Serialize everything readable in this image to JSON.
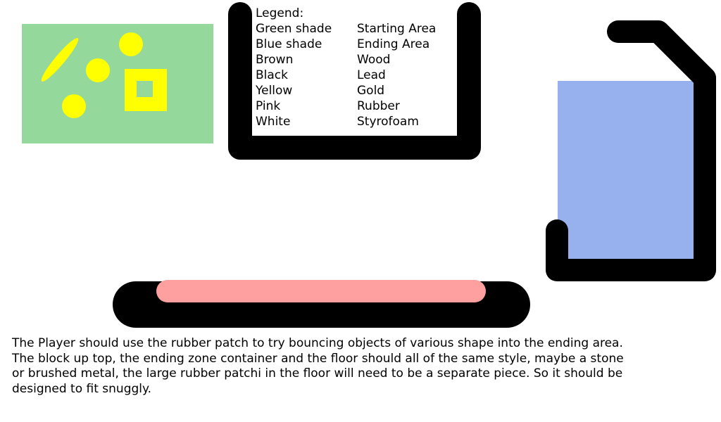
{
  "colors": {
    "starting_area": "#94d89c",
    "ending_area": "#96b1ee",
    "lead": "#000000",
    "gold": "#ffff00",
    "rubber": "#fea0a0",
    "styrofoam": "#ffffff"
  },
  "legend": {
    "title": "Legend:",
    "rows": [
      {
        "key": "Green shade",
        "value": "Starting Area"
      },
      {
        "key": "Blue shade",
        "value": "Ending Area"
      },
      {
        "key": "Brown",
        "value": "Wood"
      },
      {
        "key": "Black",
        "value": "Lead"
      },
      {
        "key": "Yellow",
        "value": "Gold"
      },
      {
        "key": "Pink",
        "value": "Rubber"
      },
      {
        "key": "White",
        "value": "Styrofoam"
      }
    ]
  },
  "instructions": "The Player should use the rubber patch to try bouncing objects of various shape into the ending area. The block up top, the ending zone container and the floor should all of the same style, maybe a stone or brushed metal, the large rubber patchi in the floor will need to be a separate piece. So it should be designed to fit snuggly."
}
